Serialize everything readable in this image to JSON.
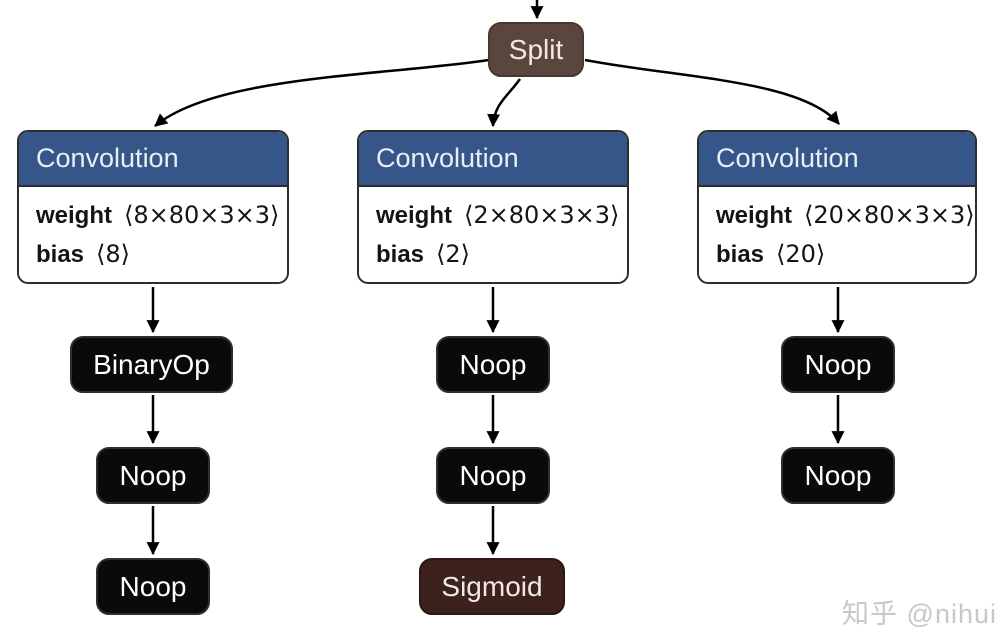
{
  "root": {
    "label": "Split"
  },
  "columns": [
    {
      "conv": {
        "title": "Convolution",
        "params": [
          {
            "key": "weight",
            "value": "⟨8×80×3×3⟩"
          },
          {
            "key": "bias",
            "value": "⟨8⟩"
          }
        ]
      },
      "ops": [
        {
          "label": "BinaryOp"
        },
        {
          "label": "Noop"
        },
        {
          "label": "Noop"
        }
      ]
    },
    {
      "conv": {
        "title": "Convolution",
        "params": [
          {
            "key": "weight",
            "value": "⟨2×80×3×3⟩"
          },
          {
            "key": "bias",
            "value": "⟨2⟩"
          }
        ]
      },
      "ops": [
        {
          "label": "Noop"
        },
        {
          "label": "Noop"
        },
        {
          "label": "Sigmoid"
        }
      ]
    },
    {
      "conv": {
        "title": "Convolution",
        "params": [
          {
            "key": "weight",
            "value": "⟨20×80×3×3⟩"
          },
          {
            "key": "bias",
            "value": "⟨20⟩"
          }
        ]
      },
      "ops": [
        {
          "label": "Noop"
        },
        {
          "label": "Noop"
        }
      ]
    }
  ],
  "watermark": "知乎 @nihui",
  "colors": {
    "conv_header": "#36568a",
    "split_node": "#5b463d",
    "sigmoid_node": "#3c211c",
    "op_node": "#0a0a0a",
    "edge": "#000000",
    "watermark_text": "#c8c8c6"
  }
}
